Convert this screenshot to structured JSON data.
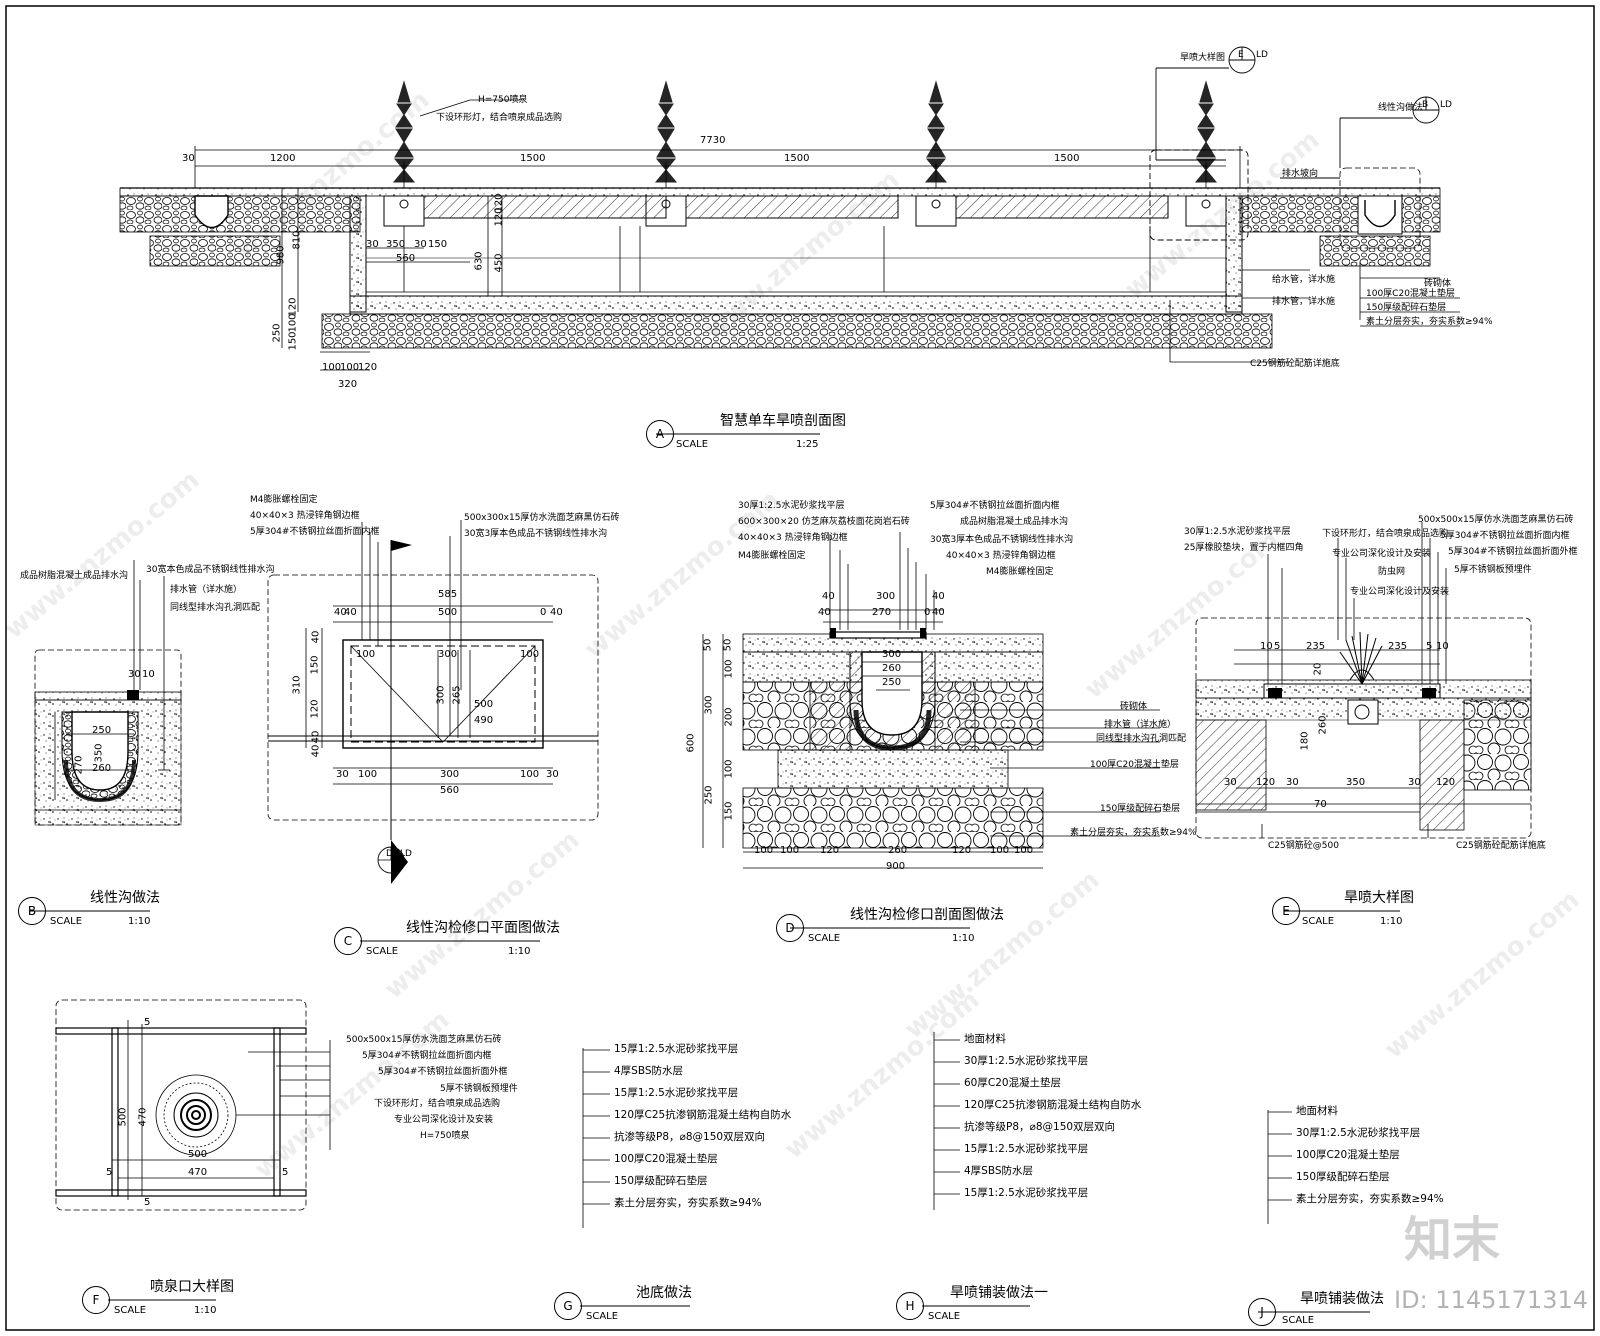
{
  "watermarks": {
    "site": "www.znzmo.com",
    "brand": "知末",
    "id_text": "ID: 1145171314"
  },
  "section_a": {
    "letter": "A",
    "title": "智慧单车旱喷剖面图",
    "scale_label": "SCALE",
    "scale": "1:25",
    "dims_top": [
      "30",
      "1200",
      "1500",
      "1500",
      "1500"
    ],
    "total": "7730",
    "dims_left": [
      "980",
      "810",
      "630",
      "450",
      "120",
      "120",
      "250",
      "150",
      "100",
      "120"
    ],
    "dims_mid": [
      "30",
      "350",
      "30",
      "150",
      "560"
    ],
    "dims_bottom": [
      "100",
      "100",
      "120",
      "320"
    ],
    "callout_spout": "H=750喷泉",
    "callout_spout2": "下设环形灯，结合喷泉成品选购",
    "ref_e": "旱喷大样图",
    "ref_e_letter": "E",
    "ref_e_sheet": "LD",
    "ref_b": "线性沟做法",
    "ref_b_letter": "B",
    "ref_b_sheet": "LD",
    "drain_slope": "排水坡向",
    "notes_right": [
      "给水管，详水施",
      "排水管，详水施",
      "砖砌体",
      "100厚C20混凝土垫层",
      "150厚级配碎石垫层",
      "素土分层夯实，夯实系数≥94%"
    ],
    "note_base": "C25钢筋砼配筋详施底"
  },
  "section_b": {
    "letter": "B",
    "title": "线性沟做法",
    "scale_label": "SCALE",
    "scale": "1:10",
    "notes": [
      "成品树脂混凝土成品排水沟",
      "30宽本色成品不锈钢线性排水沟",
      "排水管（详水施）",
      "同线型排水沟孔洞匹配"
    ],
    "dims": [
      "30",
      "10",
      "250",
      "350",
      "270",
      "260"
    ]
  },
  "section_c": {
    "letter": "C",
    "title": "线性沟检修口平面图做法",
    "scale_label": "SCALE",
    "scale": "1:10",
    "notes": [
      "M4膨胀螺栓固定",
      "40×40×3 热浸锌角钢边框",
      "5厚304#不锈钢拉丝面折面内框",
      "500x300x15厚仿水洗面芝麻黑仿石砖",
      "30宽3厚本色成品不锈钢线性排水沟"
    ],
    "dims_top": [
      "585",
      "40",
      "500",
      "0",
      "40",
      "40",
      "100",
      "300",
      "100"
    ],
    "dims_left": [
      "310",
      "40",
      "150",
      "120",
      "40",
      "40"
    ],
    "dims_mid": [
      "300",
      "265",
      "500",
      "490"
    ],
    "dims_bottom": [
      "30",
      "100",
      "300",
      "100",
      "30",
      "560"
    ],
    "ref_letter": "D",
    "ref_sheet": "LD"
  },
  "section_d": {
    "letter": "D",
    "title": "线性沟检修口剖面图做法",
    "scale_label": "SCALE",
    "scale": "1:10",
    "notes_left": [
      "30厚1:2.5水泥砂浆找平层",
      "600×300×20 仿芝麻灰荔枝面花岗岩石砖",
      "40×40×3 热浸锌角钢边框",
      "M4膨胀螺栓固定"
    ],
    "notes_right": [
      "5厚304#不锈钢拉丝面折面内框",
      "成品树脂混凝土成品排水沟",
      "30宽3厚本色成品不锈钢线性排水沟",
      "40×40×3 热浸锌角钢边框",
      "M4膨胀螺栓固定"
    ],
    "notes_side": [
      "砖砌体",
      "排水管（详水施）",
      "同线型排水沟孔洞匹配",
      "100厚C20混凝土垫层",
      "150厚级配碎石垫层",
      "素土分层夯实，夯实系数≥94%"
    ],
    "dims_top": [
      "40",
      "300",
      "40",
      "40",
      "270",
      "0",
      "40"
    ],
    "dims_inner": [
      "300",
      "260",
      "250"
    ],
    "dims_left": [
      "600",
      "50",
      "50",
      "100",
      "300",
      "200",
      "100",
      "250",
      "150"
    ],
    "dims_bottom": [
      "100",
      "100",
      "120",
      "260",
      "120",
      "100",
      "100",
      "900"
    ]
  },
  "section_e": {
    "letter": "E",
    "title": "旱喷大样图",
    "scale_label": "SCALE",
    "scale": "1:10",
    "notes_left": [
      "30厚1:2.5水泥砂浆找平层",
      "25厚橡胶垫块，置于内框四角"
    ],
    "notes_mid": [
      "下设环形灯，结合喷泉成品选购",
      "专业公司深化设计及安装",
      "专业公司深化设计及安装"
    ],
    "notes_right": [
      "500x500x15厚仿水洗面芝麻黑仿石砖",
      "5厚304#不锈钢拉丝面折面内框",
      "5厚304#不锈钢拉丝面折面外框",
      "防虫网",
      "5厚不锈钢板预埋件"
    ],
    "dims": [
      "10",
      "5",
      "235",
      "235",
      "5",
      "10",
      "20",
      "180",
      "260",
      "30",
      "120",
      "30",
      "350",
      "30",
      "120",
      "70"
    ],
    "note_bottom1": "C25钢筋砼@500",
    "note_bottom2": "C25钢筋砼配筋详施底"
  },
  "section_f": {
    "letter": "F",
    "title": "喷泉口大样图",
    "scale_label": "SCALE",
    "scale": "1:10",
    "notes": [
      "500x500x15厚仿水洗面芝麻黑仿石砖",
      "5厚304#不锈钢拉丝面折面内框",
      "5厚304#不锈钢拉丝面折面外框",
      "5厚不锈钢板预埋件",
      "下设环形灯，结合喷泉成品选购",
      "专业公司深化设计及安装",
      "H=750喷泉"
    ],
    "dims": [
      "5",
      "5",
      "500",
      "470",
      "500",
      "470",
      "5",
      "5"
    ]
  },
  "section_g": {
    "letter": "G",
    "title": "池底做法",
    "scale_label": "SCALE",
    "layers": [
      "15厚1:2.5水泥砂浆找平层",
      "4厚SBS防水层",
      "15厚1:2.5水泥砂浆找平层",
      "120厚C25抗渗钢筋混凝土结构自防水",
      "抗渗等级P8，⌀8@150双层双向",
      "100厚C20混凝土垫层",
      "150厚级配碎石垫层",
      "素土分层夯实，夯实系数≥94%"
    ]
  },
  "section_h": {
    "letter": "H",
    "title": "旱喷铺装做法一",
    "scale_label": "SCALE",
    "layers": [
      "地面材料",
      "30厚1:2.5水泥砂浆找平层",
      "60厚C20混凝土垫层",
      "120厚C25抗渗钢筋混凝土结构自防水",
      "抗渗等级P8，⌀8@150双层双向",
      "15厚1:2.5水泥砂浆找平层",
      "4厚SBS防水层",
      "15厚1:2.5水泥砂浆找平层"
    ]
  },
  "section_j": {
    "letter": "J",
    "title": "旱喷铺装做法",
    "scale_label": "SCALE",
    "layers": [
      "地面材料",
      "30厚1:2.5水泥砂浆找平层",
      "100厚C20混凝土垫层",
      "150厚级配碎石垫层",
      "素土分层夯实，夯实系数≥94%"
    ]
  }
}
